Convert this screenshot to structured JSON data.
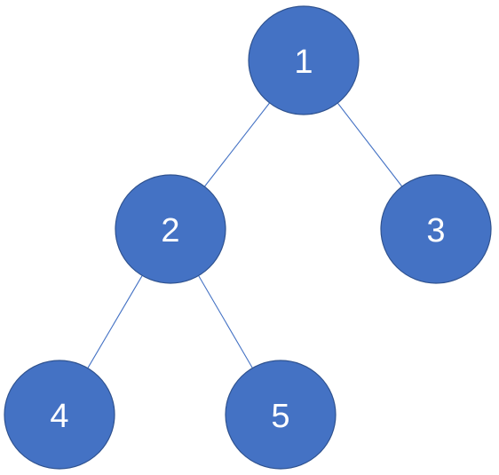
{
  "colors": {
    "node_fill": "#4472c4",
    "node_border": "#2f528f",
    "edge": "#4472c4",
    "label": "#ffffff"
  },
  "nodes": [
    {
      "id": "1",
      "label": "1"
    },
    {
      "id": "2",
      "label": "2"
    },
    {
      "id": "3",
      "label": "3"
    },
    {
      "id": "4",
      "label": "4"
    },
    {
      "id": "5",
      "label": "5"
    }
  ],
  "edges": [
    {
      "from": "1",
      "to": "2"
    },
    {
      "from": "1",
      "to": "3"
    },
    {
      "from": "2",
      "to": "4"
    },
    {
      "from": "2",
      "to": "5"
    }
  ]
}
